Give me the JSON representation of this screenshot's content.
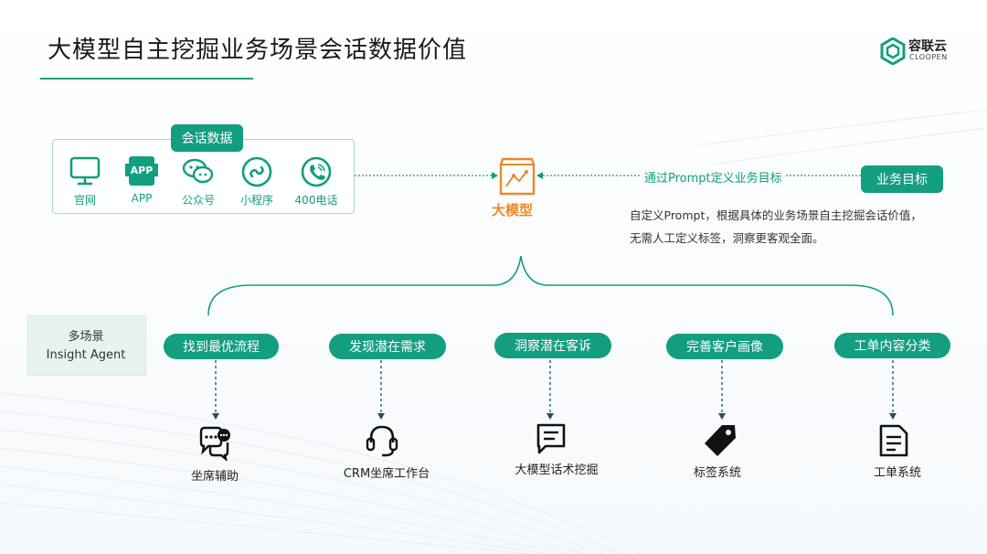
{
  "title": "大模型自主挖掘业务场景会话数据价值",
  "logo": {
    "name": "容联云",
    "sub": "CLOOPEN"
  },
  "sources": {
    "label": "会话数据",
    "items": [
      {
        "icon": "monitor-icon",
        "label": "官网"
      },
      {
        "icon": "app-icon",
        "label": "APP",
        "icon_text": "APP"
      },
      {
        "icon": "wechat-icon",
        "label": "公众号"
      },
      {
        "icon": "mini-program-icon",
        "label": "小程序"
      },
      {
        "icon": "phone-icon",
        "label": "400电话"
      }
    ]
  },
  "model": {
    "label": "大模型",
    "icon": "model-cube-icon"
  },
  "goal": {
    "label": "业务目标",
    "prompt": "通过Prompt定义业务目标",
    "desc_line1": "自定义Prompt，根据具体的业务场景自主挖掘会话价值，",
    "desc_line2": "无需人工定义标签，洞察更客观全面。"
  },
  "scene": {
    "line1": "多场景",
    "line2": "Insight Agent"
  },
  "capabilities": [
    {
      "label": "找到最优流程",
      "output": "坐席辅助",
      "icon": "chat-assist-icon"
    },
    {
      "label": "发现潜在需求",
      "output": "CRM坐席工作台",
      "icon": "headset-icon"
    },
    {
      "label": "洞察潜在客诉",
      "output": "大模型话术挖掘",
      "icon": "message-icon"
    },
    {
      "label": "完善客户画像",
      "output": "标签系统",
      "icon": "tag-icon"
    },
    {
      "label": "工单内容分类",
      "output": "工单系统",
      "icon": "ticket-icon"
    }
  ],
  "colors": {
    "accent": "#139e80",
    "model": "#e78a2a"
  }
}
